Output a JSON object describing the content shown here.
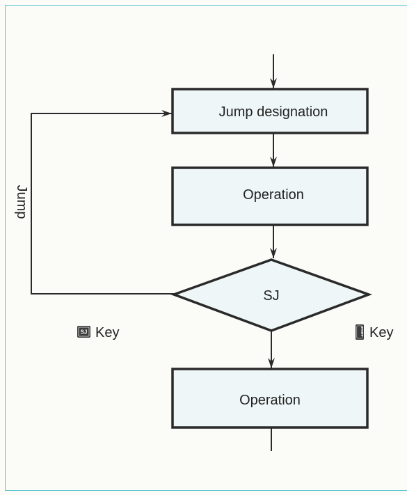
{
  "diagram": {
    "boxes": {
      "jump_designation": "Jump designation",
      "operation_1": "Operation",
      "operation_2": "Operation"
    },
    "decision": "SJ",
    "loop_label": "Jump",
    "left_key": {
      "icon_text": "SJ",
      "label": "Key"
    },
    "right_key": {
      "icon_text": "START",
      "label": "Key"
    }
  },
  "colors": {
    "box_fill": "#eef6f7",
    "stroke": "#2a2a2a",
    "panel_border": "#5fc6cf",
    "key_icon": "#3c3c3c"
  }
}
